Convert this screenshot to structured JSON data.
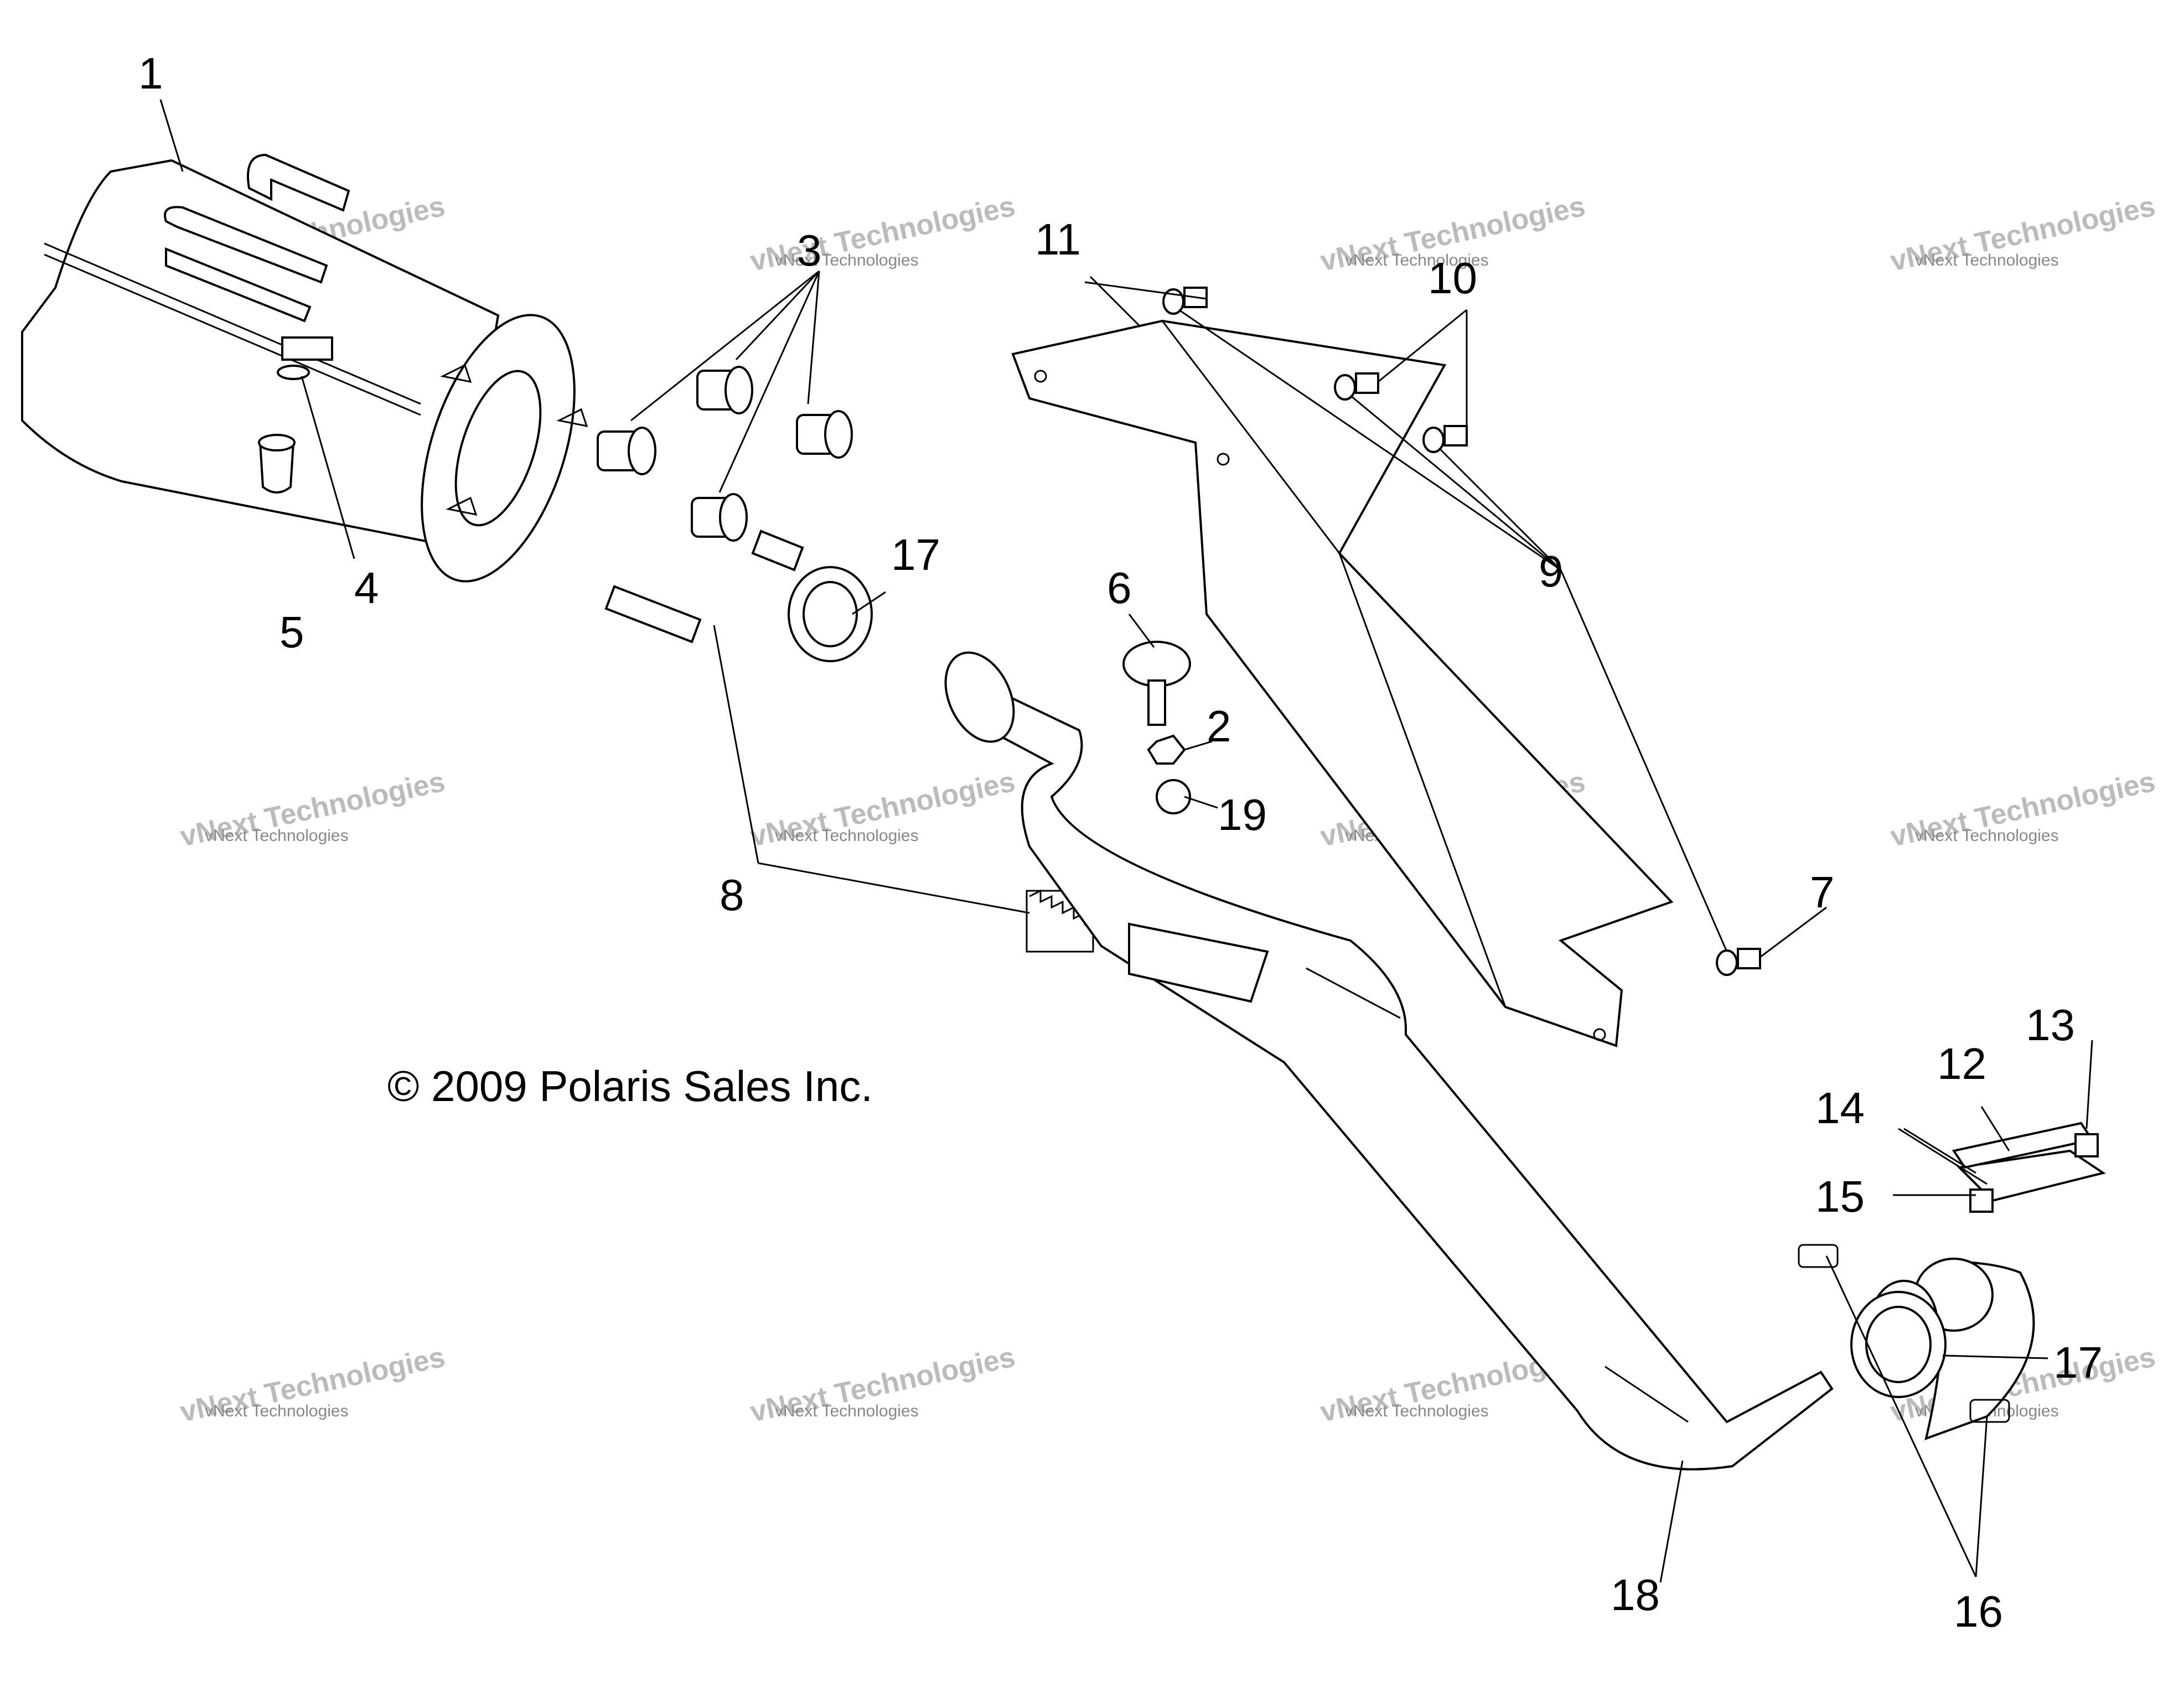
{
  "diagram": {
    "copyright": "© 2009 Polaris Sales Inc.",
    "watermark": {
      "line1": "vNext Technologies",
      "line2": "vNext Technologies"
    },
    "callouts": {
      "c1": "1",
      "c2": "2",
      "c3": "3",
      "c4": "4",
      "c5": "5",
      "c6": "6",
      "c7": "7",
      "c8": "8",
      "c9": "9",
      "c10": "10",
      "c11": "11",
      "c12": "12",
      "c13": "13",
      "c14": "14",
      "c15": "15",
      "c16": "16",
      "c17a": "17",
      "c17b": "17",
      "c18": "18",
      "c19": "19"
    }
  }
}
